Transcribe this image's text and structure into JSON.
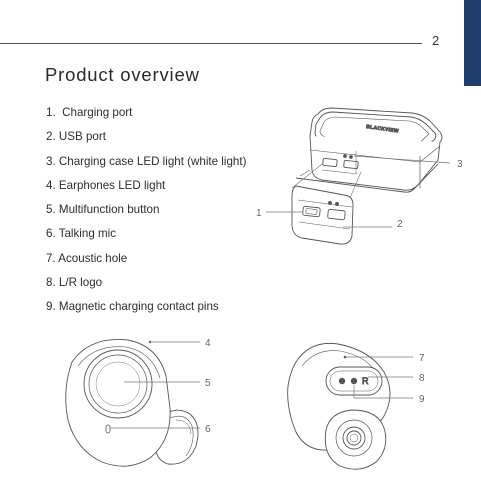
{
  "page_number": "2",
  "title": "Product overview",
  "parts": [
    {
      "num": "1.",
      "label": "Charging port"
    },
    {
      "num": "2.",
      "label": "USB port"
    },
    {
      "num": "3.",
      "label": "Charging case LED light (white light)"
    },
    {
      "num": "4.",
      "label": "Earphones LED light"
    },
    {
      "num": "5.",
      "label": "Multifunction button"
    },
    {
      "num": "6.",
      "label": "Talking mic"
    },
    {
      "num": "7.",
      "label": "Acoustic hole"
    },
    {
      "num": "8.",
      "label": "L/R logo"
    },
    {
      "num": "9.",
      "label": "Magnetic charging contact pins"
    }
  ],
  "callouts": {
    "c1": "1",
    "c2": "2",
    "c3": "3",
    "c4": "4",
    "c5": "5",
    "c6": "6",
    "c7": "7",
    "c8": "8",
    "c9": "9"
  },
  "case_brand": "BLACKVIEW",
  "earbud_side_mark": "R",
  "colors": {
    "accent_tab": "#1f3e6e",
    "line_art": "#555555"
  }
}
